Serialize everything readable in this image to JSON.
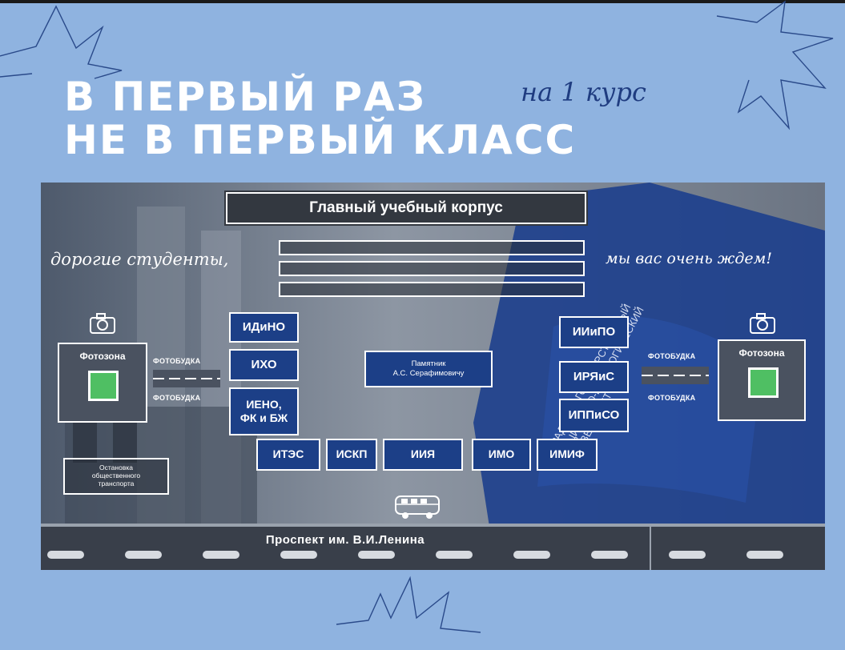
{
  "header": {
    "line1": "В ПЕРВЫЙ РАЗ",
    "line2": "НЕ В ПЕРВЫЙ КЛАСС",
    "script_kurs": "на 1 курс"
  },
  "map": {
    "main_building": "Главный учебный корпус",
    "script_left": "дорогие студенты,",
    "script_right": "мы вас очень ждем!",
    "left_column": [
      "ИДиНО",
      "ИХО",
      "ИЕНО,\nФК и БЖ"
    ],
    "right_column": [
      "ИИиПО",
      "ИРЯиС",
      "ИППиСО"
    ],
    "bottom_row": [
      "ИТЭС",
      "ИСКП",
      "ИИЯ",
      "ИМО",
      "ИМИФ"
    ],
    "monument": "Памятник\nА.С. Серафимовичу",
    "photozone_left": "Фотозона",
    "photozone_right": "Фотозона",
    "photobooth": "ФОТОБУДКА",
    "bus_stop": "Остановка\nобщественного\nтранспорта",
    "avenue": "Проспект им. В.И.Ленина",
    "flag_text": "ГРАДСКИЙ ГОСУДАРСТВЕННЫЙ\nСОЦИАЛЬНО-ПЕДАГОГИЧЕСКИЙ\nУНИВЕРСИТЕТ"
  },
  "colors": {
    "background": "#8fb3e0",
    "building_fill": "#1c3f87",
    "photozone_green": "#4fbf63",
    "script_color": "#1f3c80"
  }
}
